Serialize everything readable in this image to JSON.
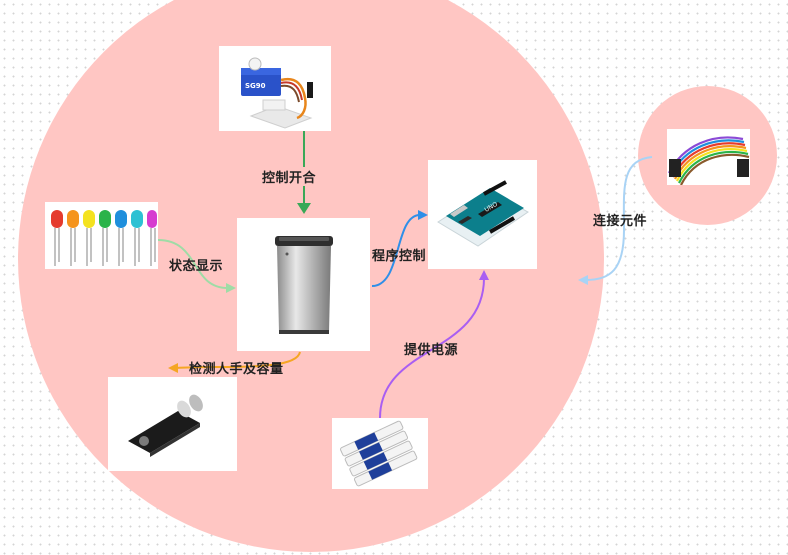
{
  "labels": {
    "control_switch": "控制开合",
    "program_control": "程序控制",
    "status_display": "状态显示",
    "connect_parts": "连接元件",
    "power_supply": "提供电源",
    "detect_hand": "检测人手及容量"
  },
  "colors": {
    "circle_fill": "#ffc6c3",
    "arrow_green": "#3aa857",
    "arrow_blue": "#2f8fe8",
    "arrow_light_green": "#9fdca6",
    "arrow_light_blue": "#a9d3f5",
    "arrow_purple": "#a95ef2",
    "arrow_orange": "#f5a623"
  }
}
